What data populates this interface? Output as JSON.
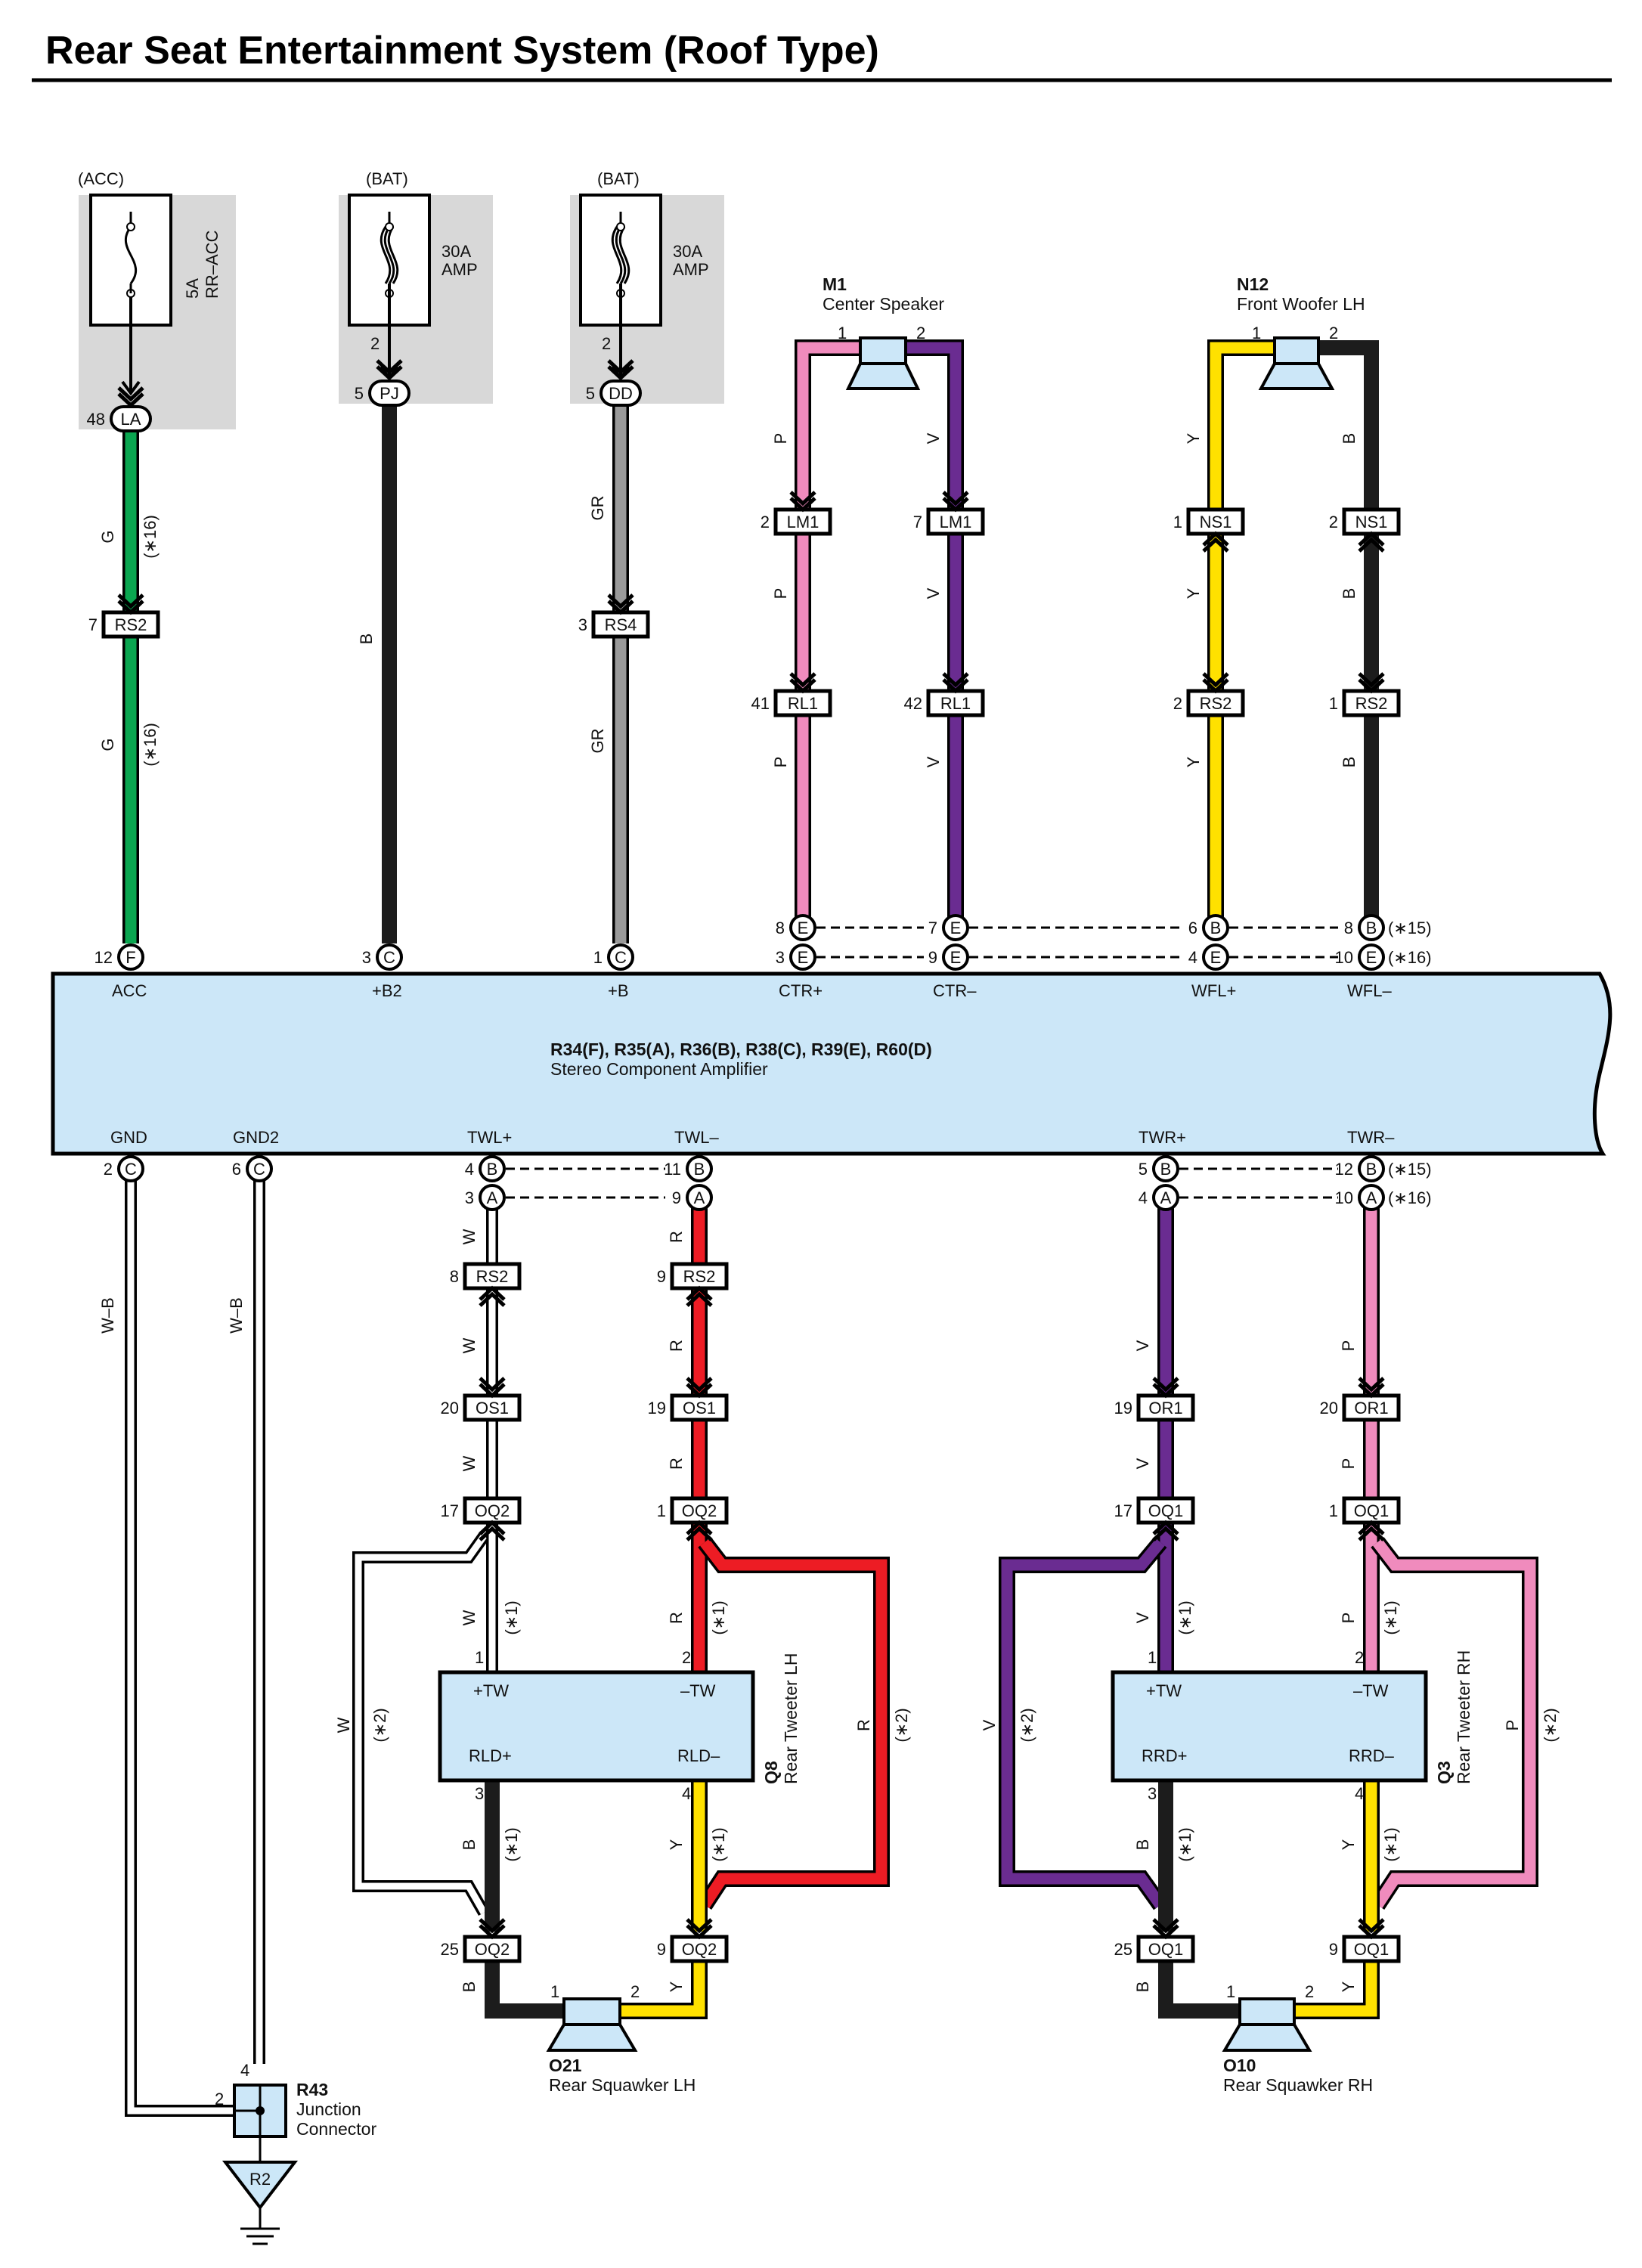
{
  "title": "Rear Seat Entertainment System (Roof Type)",
  "colors": {
    "G": "#0aa650",
    "B": "#1c1c1c",
    "GR": "#9a9a9a",
    "P": "#f08bbd",
    "V": "#6a2c91",
    "Y": "#ffe100",
    "R": "#ed1c24",
    "W": "#ffffff",
    "block_fill": "#cce7f8",
    "fuse_box_fill": "#d8d8d8"
  },
  "power": {
    "acc": {
      "source": "(ACC)",
      "fuse_a": "5A",
      "fuse_b": "RR–ACC",
      "conn_pin": "48",
      "conn": "LA"
    },
    "bat1": {
      "source": "(BAT)",
      "fuse_a": "30A",
      "fuse_b": "AMP",
      "in_pin": "2",
      "conn_pin": "5",
      "conn": "PJ"
    },
    "bat2": {
      "source": "(BAT)",
      "fuse_a": "30A",
      "fuse_b": "AMP",
      "in_pin": "2",
      "conn_pin": "5",
      "conn": "DD"
    }
  },
  "speakers": {
    "m1": {
      "code": "M1",
      "name": "Center Speaker",
      "pin1": "1",
      "pin2": "2"
    },
    "n12": {
      "code": "N12",
      "name": "Front Woofer LH",
      "pin1": "1",
      "pin2": "2"
    },
    "o21": {
      "code": "O21",
      "name": "Rear Squawker LH",
      "pin1": "1",
      "pin2": "2"
    },
    "o10": {
      "code": "O10",
      "name": "Rear Squawker RH",
      "pin1": "1",
      "pin2": "2"
    }
  },
  "amplifier": {
    "codes": "R34(F), R35(A), R36(B), R38(C), R39(E), R60(D)",
    "name": "Stereo Component Amplifier",
    "top_terms": {
      "acc": "ACC",
      "b2": "+B2",
      "b": "+B",
      "ctrp": "CTR+",
      "ctrm": "CTR–",
      "wflp": "WFL+",
      "wflm": "WFL–"
    },
    "bottom_terms": {
      "gnd": "GND",
      "gnd2": "GND2",
      "twlp": "TWL+",
      "twlm": "TWL–",
      "twrp": "TWR+",
      "twrm": "TWR–"
    }
  },
  "tweeters": {
    "lh": {
      "code": "Q8",
      "name": "Rear Tweeter LH",
      "t1": "+TW",
      "t2": "–TW",
      "t3": "RLD+",
      "t4": "RLD–",
      "p1": "1",
      "p2": "2",
      "p3": "3",
      "p4": "4"
    },
    "rh": {
      "code": "Q3",
      "name": "Rear Tweeter RH",
      "t1": "+TW",
      "t2": "–TW",
      "t3": "RRD+",
      "t4": "RRD–",
      "p1": "1",
      "p2": "2",
      "p3": "3",
      "p4": "4"
    }
  },
  "junction": {
    "code": "R43",
    "name": "Junction",
    "name2": "Connector",
    "pin_in": "2",
    "pin_top": "4",
    "ground": "R2"
  },
  "notes": {
    "n1": "(∗1)",
    "n2": "(∗2)",
    "n15": "(∗15)",
    "n16": "(∗16)"
  },
  "wire_labels": {
    "g": "G",
    "b": "B",
    "gr": "GR",
    "p": "P",
    "v": "V",
    "y": "Y",
    "r": "R",
    "w": "W",
    "wb": "W–B"
  },
  "connectors": {
    "rs2": "RS2",
    "rs4": "RS4",
    "lm1": "LM1",
    "rl1": "RL1",
    "ns1": "NS1",
    "os1": "OS1",
    "or1": "OR1",
    "oq1": "OQ1",
    "oq2": "OQ2"
  },
  "circle_letters": {
    "a": "A",
    "b": "B",
    "c": "C",
    "e": "E",
    "f": "F"
  },
  "pins": {
    "p1": "1",
    "p2": "2",
    "p3": "3",
    "p4": "4",
    "p5": "5",
    "p6": "6",
    "p7": "7",
    "p8": "8",
    "p9": "9",
    "p10": "10",
    "p11": "11",
    "p12": "12",
    "p17": "17",
    "p19": "19",
    "p20": "20",
    "p25": "25",
    "p41": "41",
    "p42": "42"
  }
}
